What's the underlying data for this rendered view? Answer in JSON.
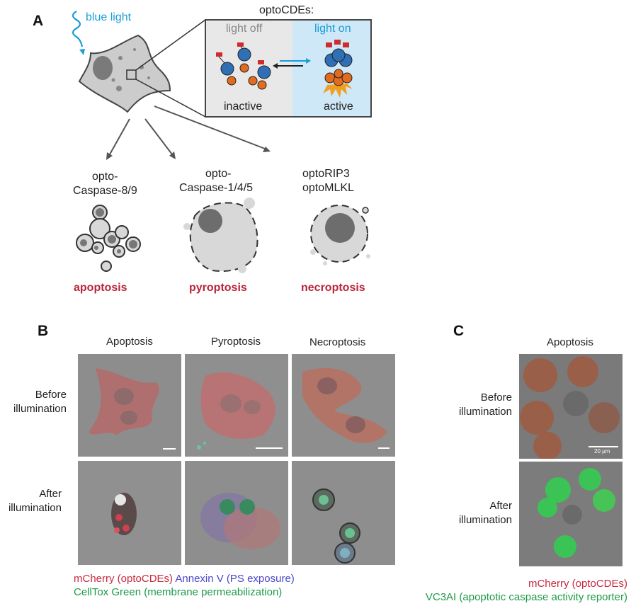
{
  "panelA": {
    "letter": "A",
    "blue_light": "blue light",
    "optocdes_title": "optoCDEs:",
    "light_off": "light off",
    "light_on": "light on",
    "inactive": "inactive",
    "active": "active",
    "pathways": [
      {
        "line1": "opto-",
        "line2": "Caspase-8/9",
        "death": "apoptosis"
      },
      {
        "line1": "opto-",
        "line2": "Caspase-1/4/5",
        "death": "pyroptosis"
      },
      {
        "line1": "optoRIP3",
        "line2": "optoMLKL",
        "death": "necroptosis"
      }
    ],
    "colors": {
      "blue": "#1a9ed8",
      "death_red": "#b8263a",
      "light_on_bg": "#cfe8f7",
      "light_off_bg": "#e8e8e8"
    }
  },
  "panelB": {
    "letter": "B",
    "columns": [
      "Apoptosis",
      "Pyroptosis",
      "Necroptosis"
    ],
    "rows": [
      "Before\nillumination",
      "After\nillumination"
    ],
    "legend": {
      "mcherry": "mCherry (optoCDEs)",
      "annexin": "Annexin V (PS exposure)",
      "celltox": "CellTox Green (membrane permeabilization)"
    }
  },
  "panelC": {
    "letter": "C",
    "column": "Apoptosis",
    "rows": [
      "Before\nillumination",
      "After\nillumination"
    ],
    "scale_bar": "20 μm",
    "legend": {
      "mcherry": "mCherry (optoCDEs)",
      "vc3ai": "VC3AI (apoptotic caspase activity reporter)"
    }
  }
}
